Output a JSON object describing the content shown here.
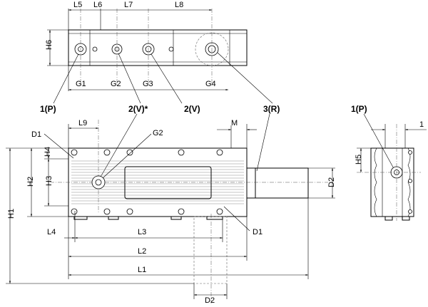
{
  "dimensions": {
    "L1": "L1",
    "L2": "L2",
    "L3": "L3",
    "L4": "L4",
    "L5": "L5",
    "L6": "L6",
    "L7": "L7",
    "L8": "L8",
    "L9": "L9",
    "H1": "H1",
    "H2": "H2",
    "H3": "H3",
    "H4": "H4",
    "H5": "H5",
    "H6": "H6",
    "G1": "G1",
    "G2": "G2",
    "G3": "G3",
    "G4": "G4",
    "M": "M",
    "D1": "D1",
    "D2": "D2",
    "one": "1"
  },
  "ports": {
    "p": "1(P)",
    "v_star": "2(V)*",
    "v": "2(V)",
    "r": "3(R)",
    "p_side": "1(P)"
  }
}
